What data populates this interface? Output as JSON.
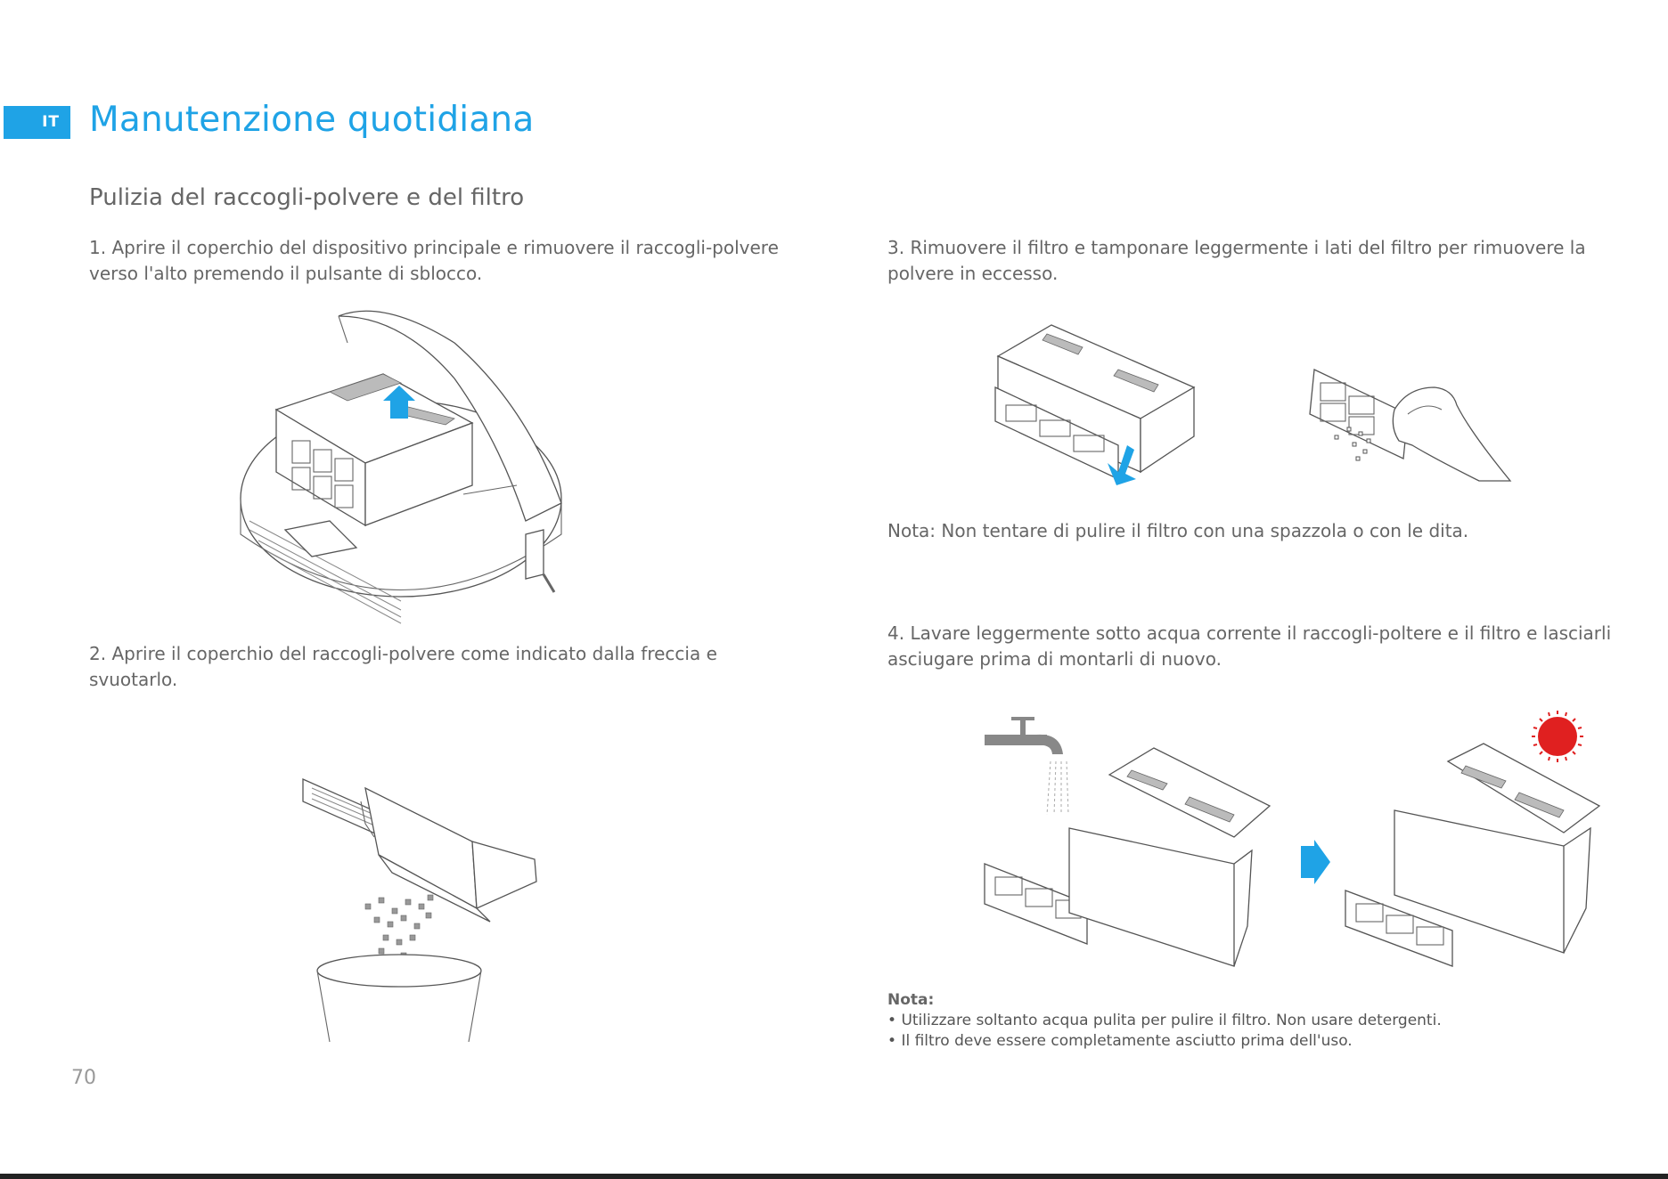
{
  "header": {
    "lang_tab": "IT",
    "title": "Manutenzione quotidiana"
  },
  "section": {
    "subtitle": "Pulizia del raccogli-polvere e del filtro"
  },
  "steps": {
    "step1": "1. Aprire il coperchio del dispositivo principale e rimuovere il raccogli-polvere verso l'alto premendo il pulsante di sblocco.",
    "step2": "2. Aprire il coperchio del raccogli-polvere come indicato dalla freccia e svuotarlo.",
    "step3": "3. Rimuovere il filtro e tamponare leggermente i lati del filtro per rimuovere la polvere in eccesso.",
    "step4": "4. Lavare leggermente sotto acqua corrente il raccogli-poltere e il filtro e lasciarli asciugare prima di montarli di nuovo."
  },
  "notes": {
    "note3": "Nota: Non tentare di pulire il filtro con una spazzola o con le dita.",
    "note4_label": "Nota:",
    "note4_items": [
      "Utilizzare soltanto acqua pulita per pulire il filtro. Non usare detergenti.",
      "Il filtro deve essere completamente asciutto prima dell'uso."
    ]
  },
  "footer": {
    "page_number": "70"
  },
  "colors": {
    "accent": "#1fa3e6",
    "sun": "#e02020"
  },
  "icons": [
    "arrow-up-icon",
    "arrow-down-icon",
    "arrow-right-icon",
    "faucet-icon",
    "sun-icon"
  ]
}
